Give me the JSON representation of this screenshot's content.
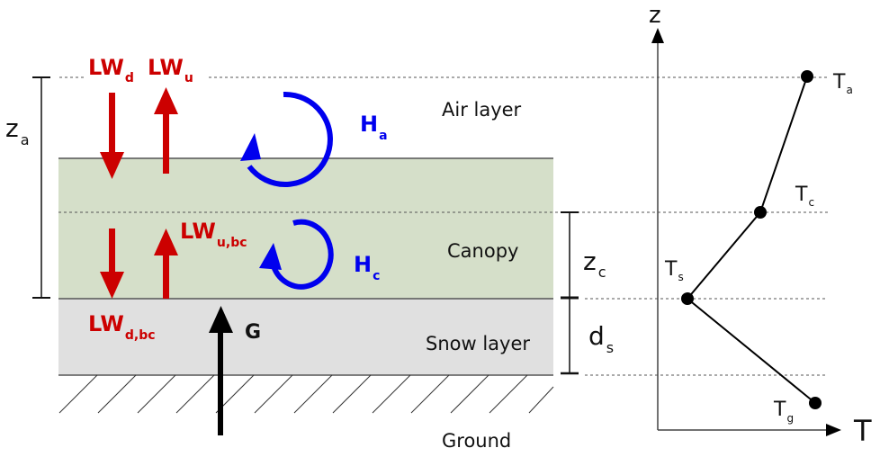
{
  "colors": {
    "canopy_fill": "#d5dfc9",
    "snow_fill": "#e0e0e0",
    "longwave": "#cc0000",
    "heat": "#0000ee",
    "ground_flux": "#000000"
  },
  "layers": {
    "air": "Air layer",
    "canopy": "Canopy",
    "snow": "Snow layer",
    "ground": "Ground"
  },
  "fluxes": {
    "lw_down": {
      "main": "LW",
      "sub": "d"
    },
    "lw_up": {
      "main": "LW",
      "sub": "u"
    },
    "lw_up_bc": {
      "main": "LW",
      "sub": "u,bc"
    },
    "lw_down_bc": {
      "main": "LW",
      "sub": "d,bc"
    },
    "heat_air": {
      "main": "H",
      "sub": "a"
    },
    "heat_canopy": {
      "main": "H",
      "sub": "c"
    },
    "ground_heat": "G"
  },
  "dimensions": {
    "za": {
      "main": "z",
      "sub": "a"
    },
    "zc": {
      "main": "z",
      "sub": "c"
    },
    "ds": {
      "main": "d",
      "sub": "s"
    }
  },
  "profile": {
    "y_axis": "z",
    "x_axis": "T",
    "points": [
      {
        "main": "T",
        "sub": "a"
      },
      {
        "main": "T",
        "sub": "c"
      },
      {
        "main": "T",
        "sub": "s"
      },
      {
        "main": "T",
        "sub": "g"
      }
    ]
  }
}
